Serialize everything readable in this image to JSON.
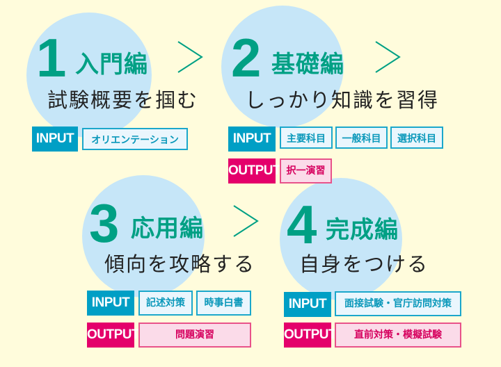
{
  "colors": {
    "background": "#fffcdc",
    "circle": "#c6e6f8",
    "accent": "#00a084",
    "input": "#009fc5",
    "output": "#e4006b"
  },
  "steps": [
    {
      "number": "1",
      "title": "入門編",
      "subtitle": "試験概要を掴む",
      "input_label": "INPUT",
      "inputs": [
        "オリエンテーション"
      ]
    },
    {
      "number": "2",
      "title": "基礎編",
      "subtitle": "しっかり知識を習得",
      "input_label": "INPUT",
      "inputs": [
        "主要科目",
        "一般科目",
        "選択科目"
      ],
      "output_label": "OUTPUT",
      "outputs": [
        "択一演習"
      ]
    },
    {
      "number": "3",
      "title": "応用編",
      "subtitle": "傾向を攻略する",
      "input_label": "INPUT",
      "inputs": [
        "記述対策",
        "時事白書"
      ],
      "output_label": "OUTPUT",
      "outputs": [
        "問題演習"
      ]
    },
    {
      "number": "4",
      "title": "完成編",
      "subtitle": "自身をつける",
      "input_label": "INPUT",
      "inputs": [
        "面接試験・官庁訪問対策"
      ],
      "output_label": "OUTPUT",
      "outputs": [
        "直前対策・模擬試験"
      ]
    }
  ],
  "arrow_icon": "chevron-right-icon"
}
